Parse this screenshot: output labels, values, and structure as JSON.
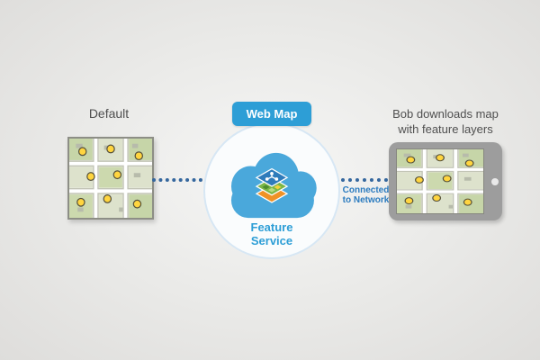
{
  "left_map": {
    "label": "Default"
  },
  "web_map": {
    "badge_label": "Web Map"
  },
  "feature_service": {
    "line1": "Feature",
    "line2": "Service"
  },
  "connection": {
    "line1": "Connected",
    "line2": "to Network"
  },
  "tablet": {
    "label_line1": "Bob downloads map",
    "label_line2": "with feature layers"
  },
  "colors": {
    "accent_blue": "#2d9ed6",
    "cloud_blue": "#4aa8db",
    "connector_dot_blue": "#35679e",
    "connected_text_blue": "#2b7bbf",
    "caption_gray": "#4f4f4f",
    "tablet_gray": "#9d9d9d",
    "map_point_yellow": "#ffd53f"
  },
  "icons": {
    "left_thumbnail": "street-map-with-point-features-icon",
    "center": "cloud-icon",
    "center_overlay": "feature-layers-stack-icon",
    "right_device": "tablet-icon",
    "right_device_camera": "camera-dot-icon"
  }
}
